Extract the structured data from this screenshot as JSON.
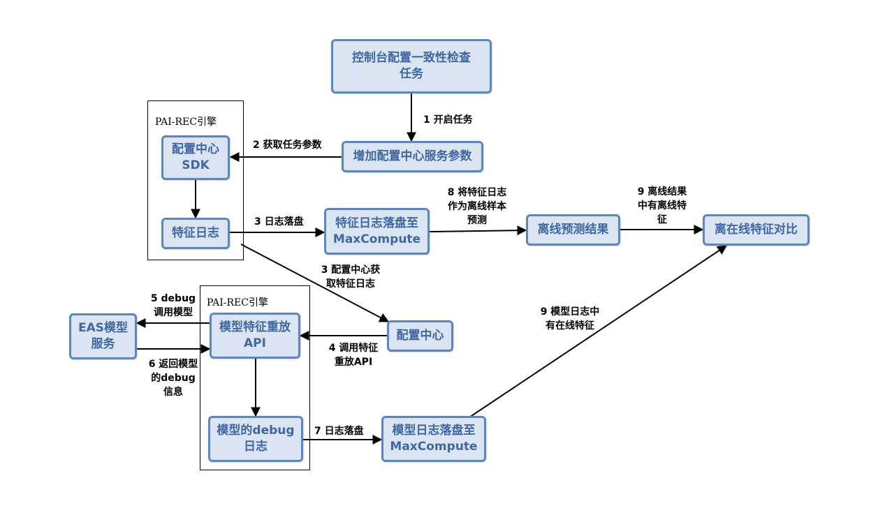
{
  "groups": {
    "engine_top": {
      "label": "PAI-REC引擎"
    },
    "engine_bottom": {
      "label": "PAI-REC引擎"
    }
  },
  "nodes": {
    "console_task": "控制台配置一致性检查\n任务",
    "add_params": "增加配置中心服务参数",
    "config_sdk": "配置中心\nSDK",
    "feature_log": "特征日志",
    "feature_to_mc": "特征日志落盘至\nMaxCompute",
    "offline_result": "离线预测结果",
    "compare": "离在线特征对比",
    "config_center": "配置中心",
    "replay_api": "模型特征重放\nAPI",
    "eas_service": "EAS模型\n服务",
    "debug_log": "模型的debug\n日志",
    "model_to_mc": "模型日志落盘至\nMaxCompute"
  },
  "edges": {
    "e1": "1 开启任务",
    "e2": "2 获取任务参数",
    "e3a": "3 日志落盘",
    "e3b": "3 配置中心获\n取特征日志",
    "e4": "4 调用特征\n重放API",
    "e5": "5 debug\n调用模型",
    "e6": "6 返回模型\n的debug\n信息",
    "e7": "7 日志落盘",
    "e8": "8 将特征日志\n作为离线样本\n预测",
    "e9a": "9 离线结果\n中有离线特\n征",
    "e9b": "9 模型日志中\n有在线特征"
  }
}
